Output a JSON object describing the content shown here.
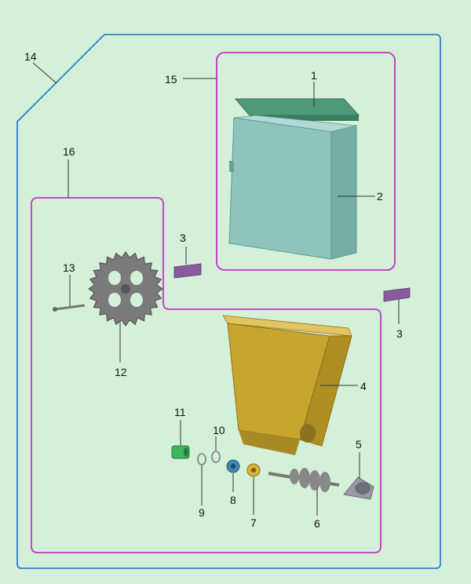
{
  "colors": {
    "background": "#d4f0d8",
    "outer_frame": "#1f6fd0",
    "group_frame": "#c234c9",
    "lid": "#4f9a78",
    "box": "#8ec4bd",
    "hopper": "#c8a52e",
    "gear": "#7a7a7a",
    "plate": "#8a5a9e",
    "coupling": "#3fb55f",
    "bushing": "#3f87b5"
  },
  "callouts": {
    "c1": "1",
    "c2": "2",
    "c3a": "3",
    "c3b": "3",
    "c4": "4",
    "c5": "5",
    "c6": "6",
    "c7": "7",
    "c8": "8",
    "c9": "9",
    "c10": "10",
    "c11": "11",
    "c12": "12",
    "c13": "13",
    "c14": "14",
    "c15": "15",
    "c16": "16"
  },
  "parts": [
    {
      "id": "1",
      "icon": "lid-icon"
    },
    {
      "id": "2",
      "icon": "box-icon"
    },
    {
      "id": "3",
      "icon": "plate-icon"
    },
    {
      "id": "4",
      "icon": "hopper-icon"
    },
    {
      "id": "5",
      "icon": "end-cap-icon"
    },
    {
      "id": "6",
      "icon": "auger-icon"
    },
    {
      "id": "7",
      "icon": "bushing-icon"
    },
    {
      "id": "8",
      "icon": "bushing-icon"
    },
    {
      "id": "9",
      "icon": "ring-icon"
    },
    {
      "id": "10",
      "icon": "ring-icon"
    },
    {
      "id": "11",
      "icon": "coupling-icon"
    },
    {
      "id": "12",
      "icon": "gear-icon"
    },
    {
      "id": "13",
      "icon": "pin-icon"
    }
  ]
}
